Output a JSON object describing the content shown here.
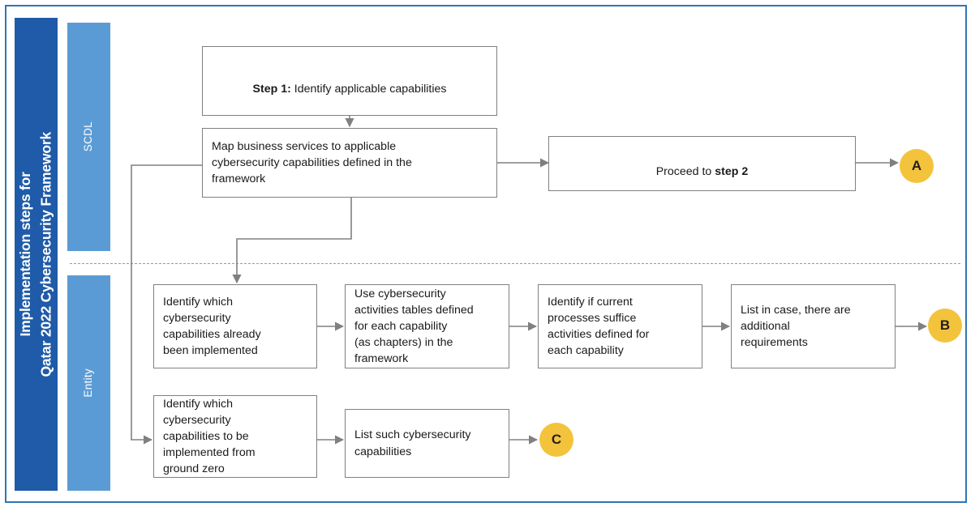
{
  "frame": {
    "border_color": "#2E75B6"
  },
  "title": {
    "text": "Implementation steps for\nQatar 2022 Cybersecurity Framework",
    "bg_color": "#1F5BA8",
    "text_color": "#FFFFFF"
  },
  "lanes": [
    {
      "id": "scdl",
      "label": "SCDL",
      "bg_color": "#5B9BD5"
    },
    {
      "id": "entity",
      "label": "Entity",
      "bg_color": "#5B9BD5"
    }
  ],
  "boxes": {
    "step1": {
      "label_bold": "Step 1:",
      "label_rest": " Identify applicable capabilities"
    },
    "map_services": {
      "text": "Map business services to applicable\ncybersecurity capabilities defined in the\nframework"
    },
    "proceed": {
      "label_rest": "Proceed to ",
      "label_bold": "step 2"
    },
    "identify_implemented": {
      "text": "Identify which\ncybersecurity\ncapabilities already\nbeen implemented"
    },
    "use_tables": {
      "text": "Use cybersecurity\nactivities tables defined\nfor each capability\n(as chapters) in the\nframework"
    },
    "identify_suffice": {
      "text": "Identify if current\nprocesses suffice\nactivities defined for\neach capability"
    },
    "list_additional": {
      "text": "List in case, there are\nadditional\nrequirements"
    },
    "identify_ground_zero": {
      "text": "Identify which\ncybersecurity\ncapabilities to be\nimplemented from\nground zero"
    },
    "list_such": {
      "text": "List such cybersecurity\ncapabilities"
    }
  },
  "connectors": [
    {
      "id": "a",
      "label": "A",
      "color": "#F3C33C"
    },
    {
      "id": "b",
      "label": "B",
      "color": "#F3C33C"
    },
    {
      "id": "c",
      "label": "C",
      "color": "#F3C33C"
    }
  ]
}
